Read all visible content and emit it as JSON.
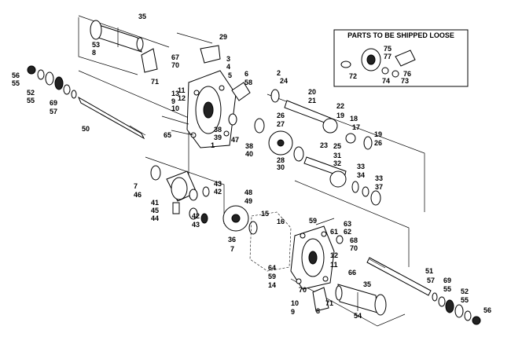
{
  "inset": {
    "title": "PARTS TO BE SHIPPED LOOSE",
    "labels": [
      "75",
      "77",
      "76",
      "72",
      "74",
      "73"
    ]
  },
  "callouts": [
    "35",
    "53",
    "8",
    "29",
    "67",
    "70",
    "3",
    "4",
    "5",
    "6",
    "58",
    "71",
    "2",
    "24",
    "56",
    "55",
    "52",
    "55",
    "69",
    "57",
    "13",
    "9",
    "11",
    "12",
    "10",
    "38",
    "39",
    "1",
    "65",
    "47",
    "38",
    "40",
    "26",
    "27",
    "28",
    "20",
    "21",
    "22",
    "18",
    "17",
    "19",
    "19",
    "23",
    "25",
    "26",
    "30",
    "31",
    "32",
    "33",
    "34",
    "33",
    "37",
    "50",
    "7",
    "46",
    "41",
    "45",
    "44",
    "43",
    "42",
    "42",
    "43",
    "48",
    "49",
    "15",
    "16",
    "36",
    "7",
    "59",
    "63",
    "61",
    "62",
    "68",
    "70",
    "12",
    "11",
    "66",
    "35",
    "64",
    "59",
    "14",
    "70",
    "10",
    "9",
    "71",
    "8",
    "54",
    "51",
    "57",
    "69",
    "55",
    "52",
    "55",
    "56"
  ]
}
